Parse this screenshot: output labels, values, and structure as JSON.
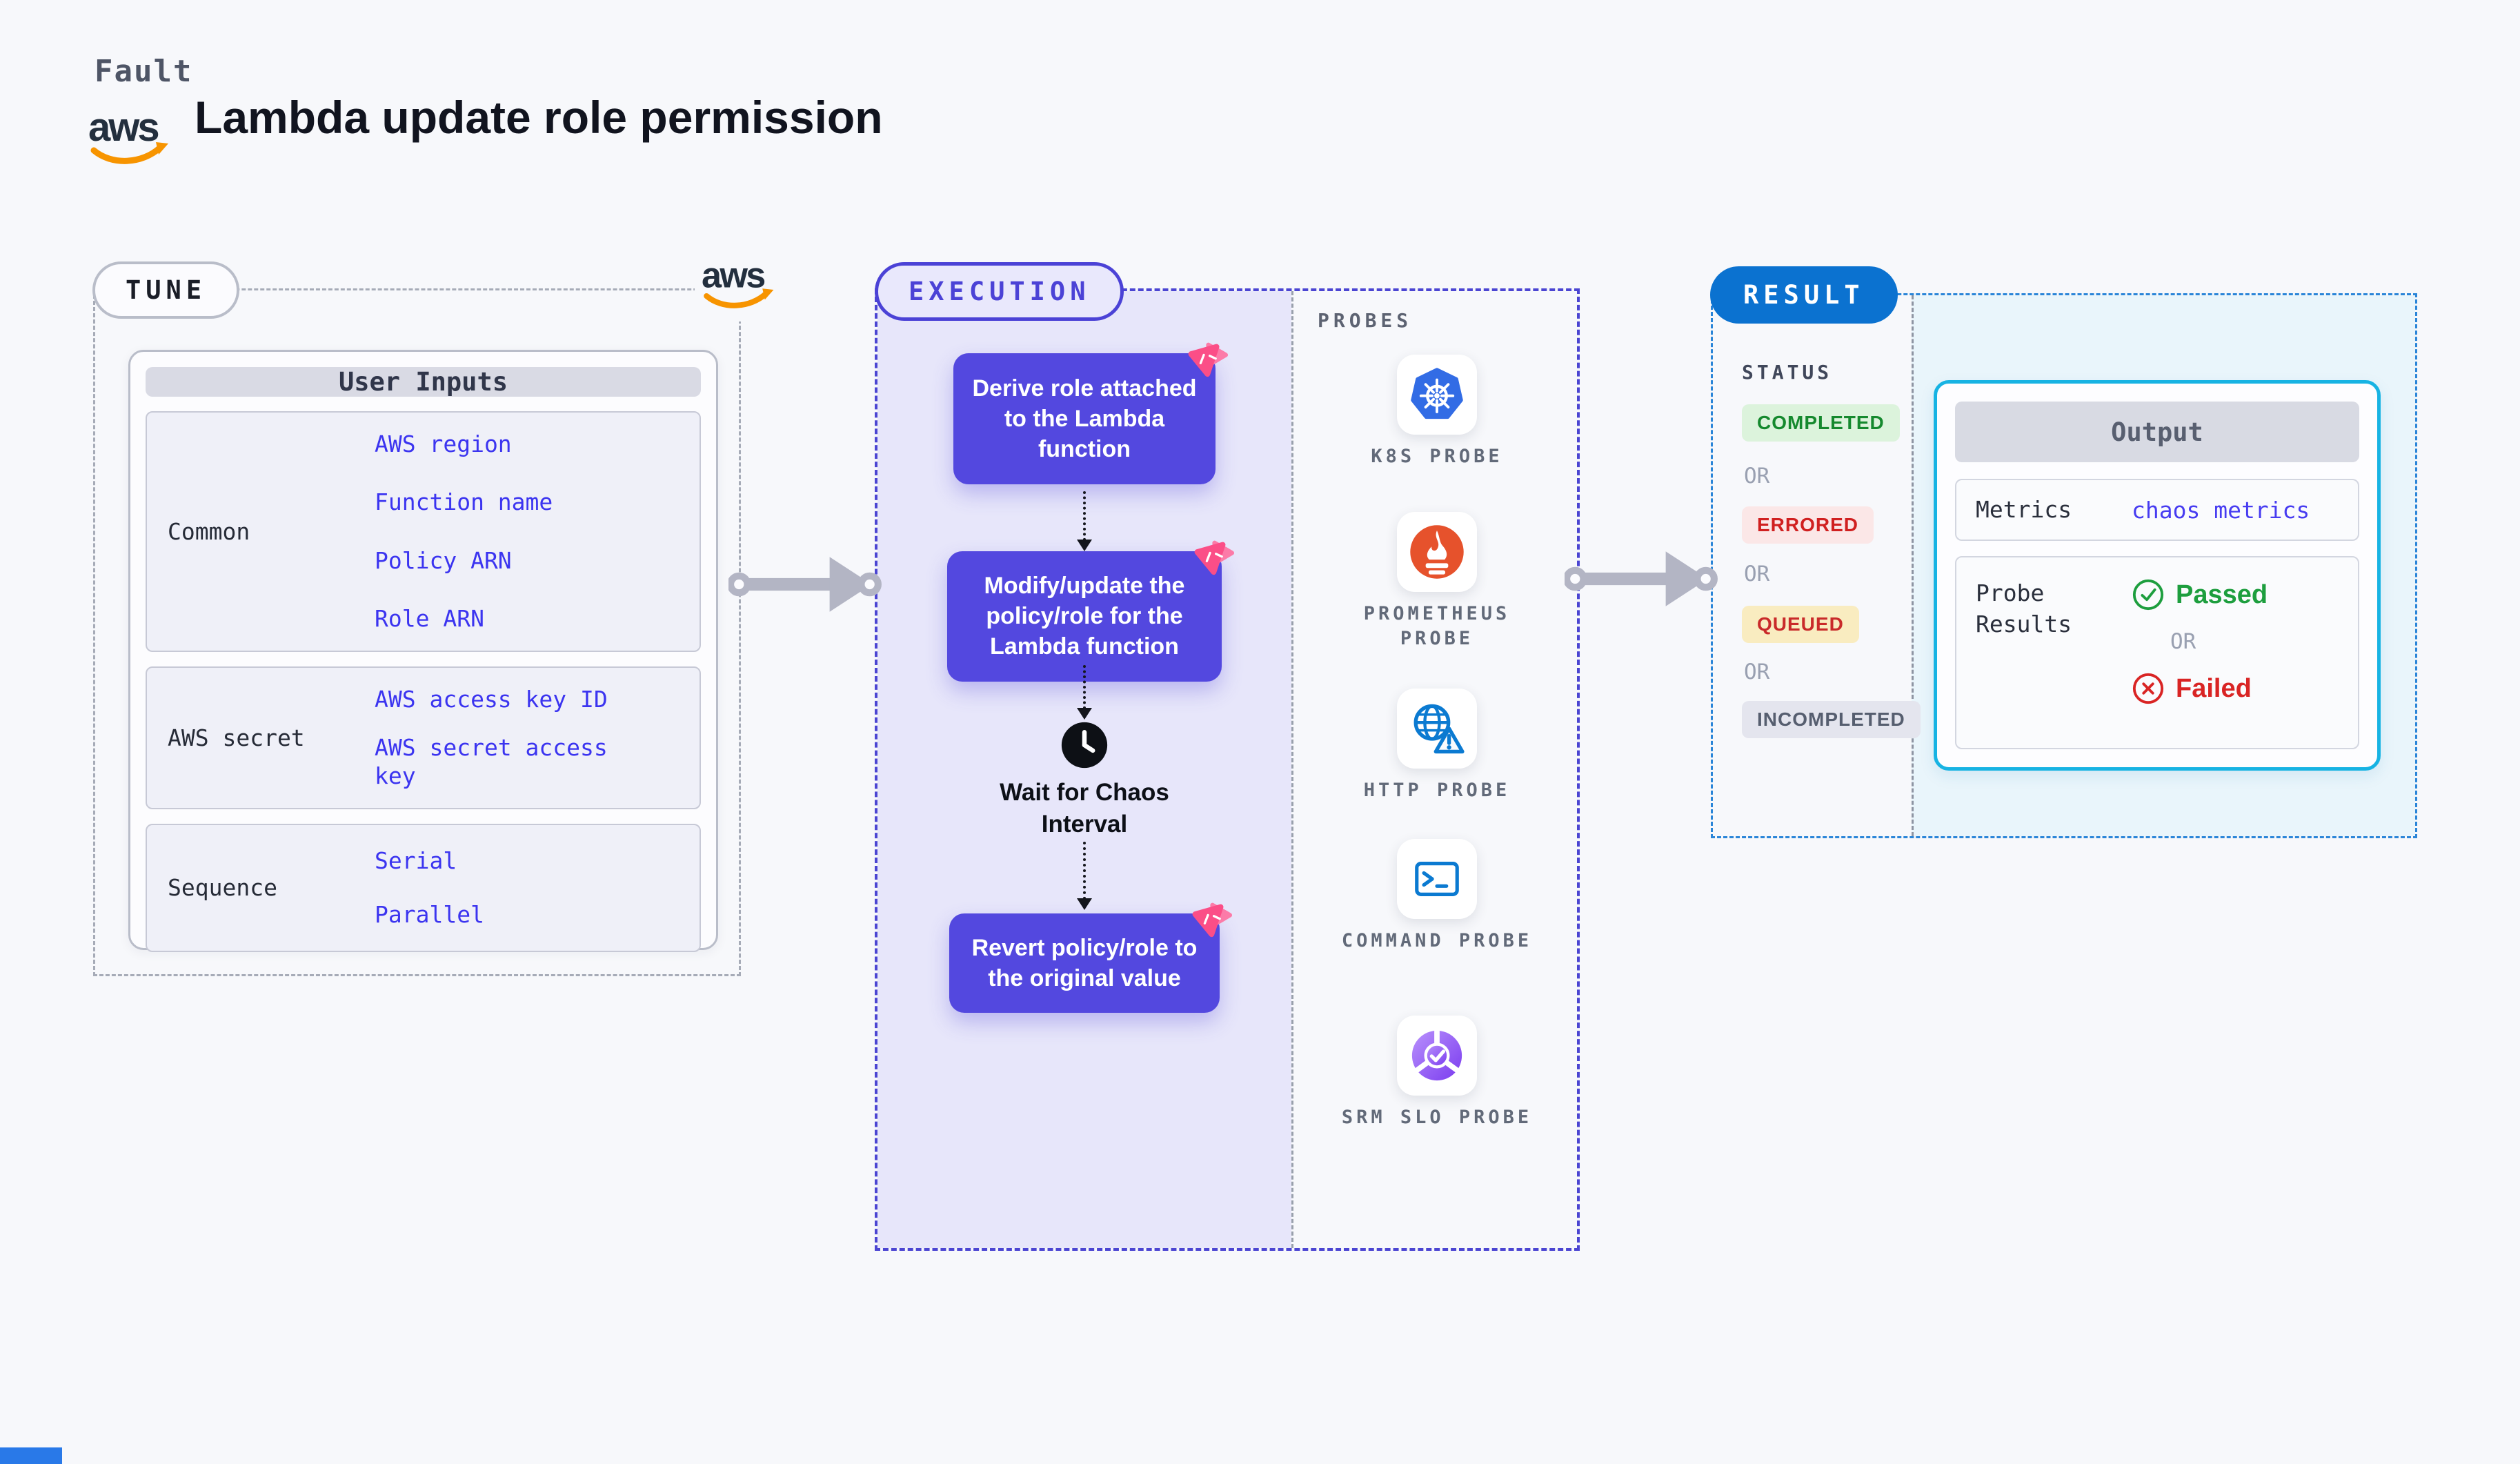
{
  "header": {
    "kicker": "Fault",
    "title": "Lambda update role permission",
    "aws_logo_label": "aws"
  },
  "tune": {
    "section_label": "TUNE",
    "table_title": "User Inputs",
    "rows": [
      {
        "label": "Common",
        "values": [
          "AWS region",
          "Function name",
          "Policy ARN",
          "Role ARN"
        ]
      },
      {
        "label": "AWS secret",
        "values": [
          "AWS access key ID",
          "AWS secret access key"
        ]
      },
      {
        "label": "Sequence",
        "values": [
          "Serial",
          "Parallel"
        ]
      }
    ]
  },
  "execution": {
    "section_label": "EXECUTION",
    "steps": [
      "Derive role attached to the Lambda function",
      "Modify/update the policy/role for the Lambda function",
      "Revert policy/role to the original value"
    ],
    "wait_label": "Wait for Chaos Interval"
  },
  "probes": {
    "section_label": "PROBES",
    "items": [
      {
        "label": "K8S PROBE",
        "icon": "kubernetes-icon"
      },
      {
        "label": "PROMETHEUS PROBE",
        "icon": "prometheus-icon"
      },
      {
        "label": "HTTP PROBE",
        "icon": "globe-warning-icon"
      },
      {
        "label": "COMMAND PROBE",
        "icon": "terminal-icon"
      },
      {
        "label": "SRM SLO PROBE",
        "icon": "slo-donut-check-icon"
      }
    ]
  },
  "result": {
    "section_label": "RESULT",
    "status_label": "STATUS",
    "or_label": "OR",
    "statuses": [
      {
        "label": "COMPLETED",
        "text_color": "#15892E",
        "bg_color": "#DCF3DC"
      },
      {
        "label": "ERRORED",
        "text_color": "#D02020",
        "bg_color": "#FBE7E7"
      },
      {
        "label": "QUEUED",
        "text_color": "#C92A2A",
        "bg_color": "#F9ECC0"
      },
      {
        "label": "INCOMPLETED",
        "text_color": "#565E6F",
        "bg_color": "#E4E5EE"
      }
    ],
    "output": {
      "title": "Output",
      "metrics_label": "Metrics",
      "metrics_value": "chaos metrics",
      "probe_results_label": "Probe Results",
      "passed_label": "Passed",
      "failed_label": "Failed"
    }
  },
  "palette": {
    "page_bg": "#F7F8FB",
    "indigo": "#4B42D6",
    "step_box_bg": "#5348DF",
    "execution_bg": "#E7E6FA",
    "result_blue": "#0B72D0",
    "result_area_bg": "#E9F5FB",
    "cyan_border": "#17B3E3",
    "link_blue": "#3B34F0",
    "arrow_gray": "#B3B5C4",
    "pink_accent": "#FB4E87",
    "aws_orange": "#F79400",
    "k8s_blue": "#326CE5",
    "prometheus_orange": "#E6522C",
    "probe_icon_blue": "#0B7AD1",
    "srm_purple": "#7A3BEF",
    "passed_green": "#1D9E3E",
    "failed_red": "#D92424"
  }
}
